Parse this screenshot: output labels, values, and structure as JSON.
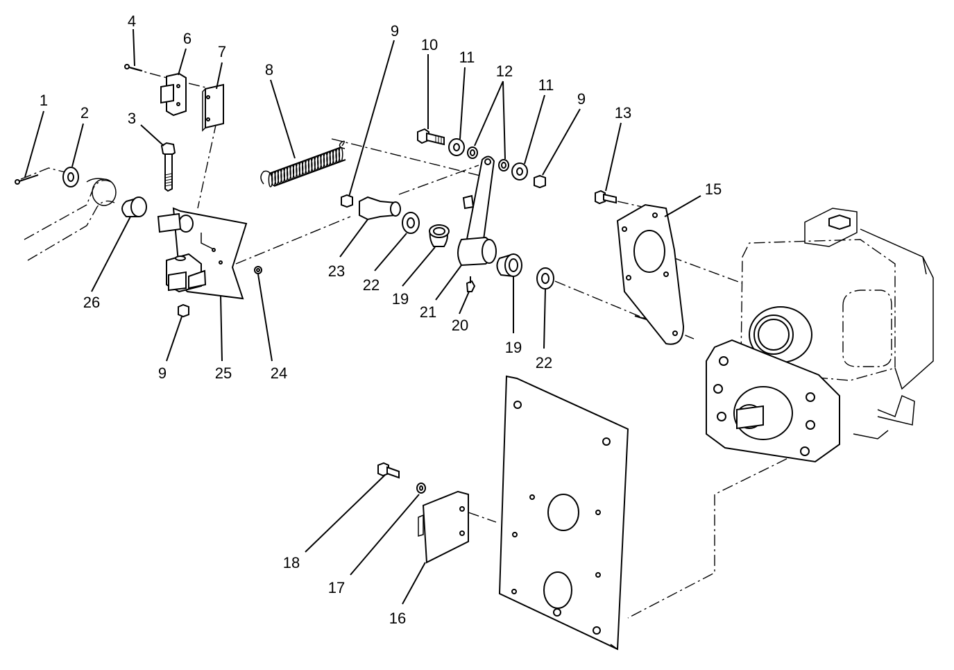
{
  "callouts": {
    "c1": "1",
    "c2": "2",
    "c3": "3",
    "c4": "4",
    "c6": "6",
    "c7": "7",
    "c8": "8",
    "c9a": "9",
    "c9b": "9",
    "c9c": "9",
    "c10": "10",
    "c11a": "11",
    "c11b": "11",
    "c12": "12",
    "c13": "13",
    "c15": "15",
    "c16": "16",
    "c17": "17",
    "c18": "18",
    "c19a": "19",
    "c19b": "19",
    "c20": "20",
    "c21": "21",
    "c22a": "22",
    "c22b": "22",
    "c23": "23",
    "c24": "24",
    "c25": "25",
    "c26": "26"
  }
}
